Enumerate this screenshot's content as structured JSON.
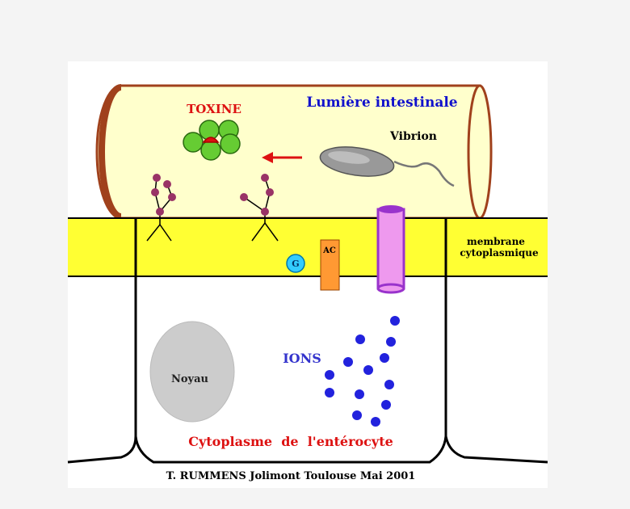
{
  "labels": {
    "toxine": "TOXINE",
    "lumiere": "Lumière intestinale",
    "vibrion": "Vibrion",
    "membrane_line1": "membrane",
    "membrane_line2": "cytoplasmique",
    "g_protein": "G",
    "adenylate_cyclase": "AC",
    "ions": "IONS",
    "noyau": "Noyau",
    "cytoplasme": "Cytoplasme  de  l'entérocyte",
    "credit": "T. RUMMENS Jolimont Toulouse Mai 2001"
  },
  "colors": {
    "background": "#f4f4f4",
    "panel": "#ffffff",
    "lumen_fill": "#ffffcc",
    "lumen_edge": "#a0411c",
    "membrane": "#ffff33",
    "toxin_subunit": "#66cc33",
    "toxin_core": "#dd1111",
    "receptor": "#993366",
    "arrow": "#dd1111",
    "g_protein": "#33ccff",
    "adenylate_cyclase": "#ff9933",
    "channel": "#ee99ee",
    "channel_edge": "#9933cc",
    "ions": "#2222dd",
    "nucleus": "#cccccc",
    "toxine_text": "#dd1111",
    "lumiere_text": "#1111cc",
    "cytoplasme_text": "#dd1111",
    "ions_text": "#3333cc"
  }
}
